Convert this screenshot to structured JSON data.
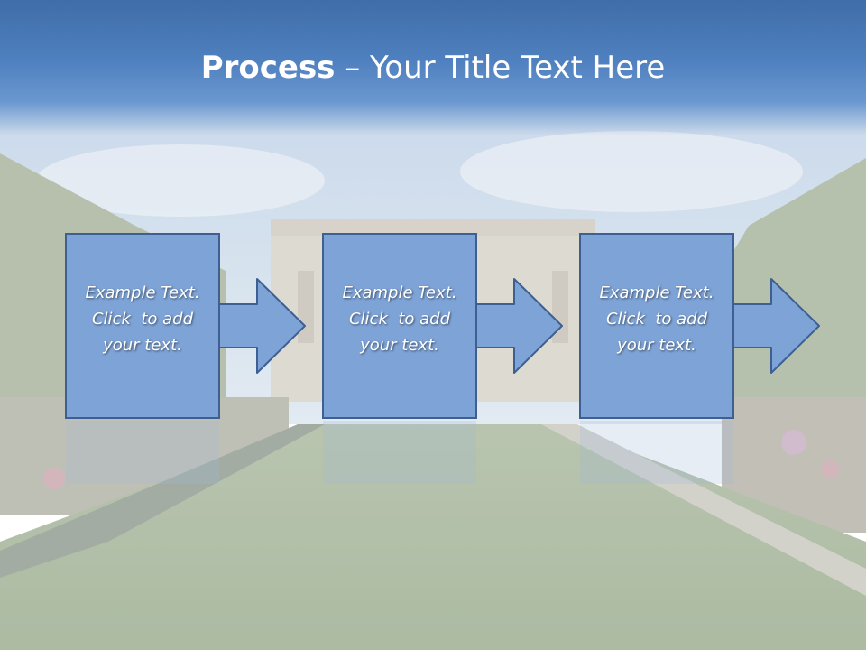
{
  "slide": {
    "title_bold": "Process",
    "title_rest": " – Your Title Text Here"
  },
  "steps": [
    {
      "line1": "Example Text.",
      "line2": "Click  to add",
      "line3": "your text."
    },
    {
      "line1": "Example Text.",
      "line2": "Click  to add",
      "line3": "your text."
    },
    {
      "line1": "Example Text.",
      "line2": "Click  to add",
      "line3": "your text."
    }
  ],
  "colors": {
    "title_band": "#4a7bbb",
    "step_fill": "#7ea3d6",
    "step_stroke": "#3d5f92",
    "title_text": "#ffffff"
  }
}
